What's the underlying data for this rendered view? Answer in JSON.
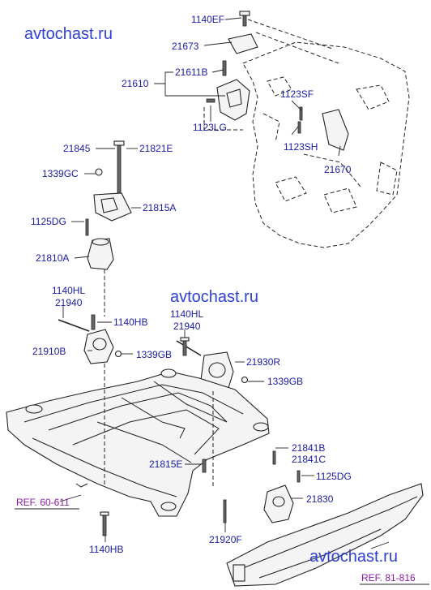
{
  "watermarks": [
    "avtochast.ru",
    "avtochast.ru",
    "avtochast.ru"
  ],
  "references": [
    "REF. 60-611",
    "REF. 81-816"
  ],
  "labels": {
    "l1140EF": "1140EF",
    "l21673": "21673",
    "l21611B": "21611B",
    "l21610": "21610",
    "l1123SF": "1123SF",
    "l1123LG": "1123LG",
    "l1123SH": "1123SH",
    "l21670": "21670",
    "l21845": "21845",
    "l21821E": "21821E",
    "l1339GC": "1339GC",
    "l21815A": "21815A",
    "l1125DG_a": "1125DG",
    "l21810A": "21810A",
    "l1140HL_a": "1140HL",
    "l21940_a": "21940",
    "l1140HB_a": "1140HB",
    "l1140HL_b": "1140HL",
    "l21940_b": "21940",
    "l21910B": "21910B",
    "l1339GB_a": "1339GB",
    "l21930R": "21930R",
    "l1339GB_b": "1339GB",
    "l21841B": "21841B",
    "l21841C": "21841C",
    "l21815E": "21815E",
    "l1125DG_b": "1125DG",
    "l21830": "21830",
    "l21920F": "21920F",
    "l1140HB_b": "1140HB"
  }
}
